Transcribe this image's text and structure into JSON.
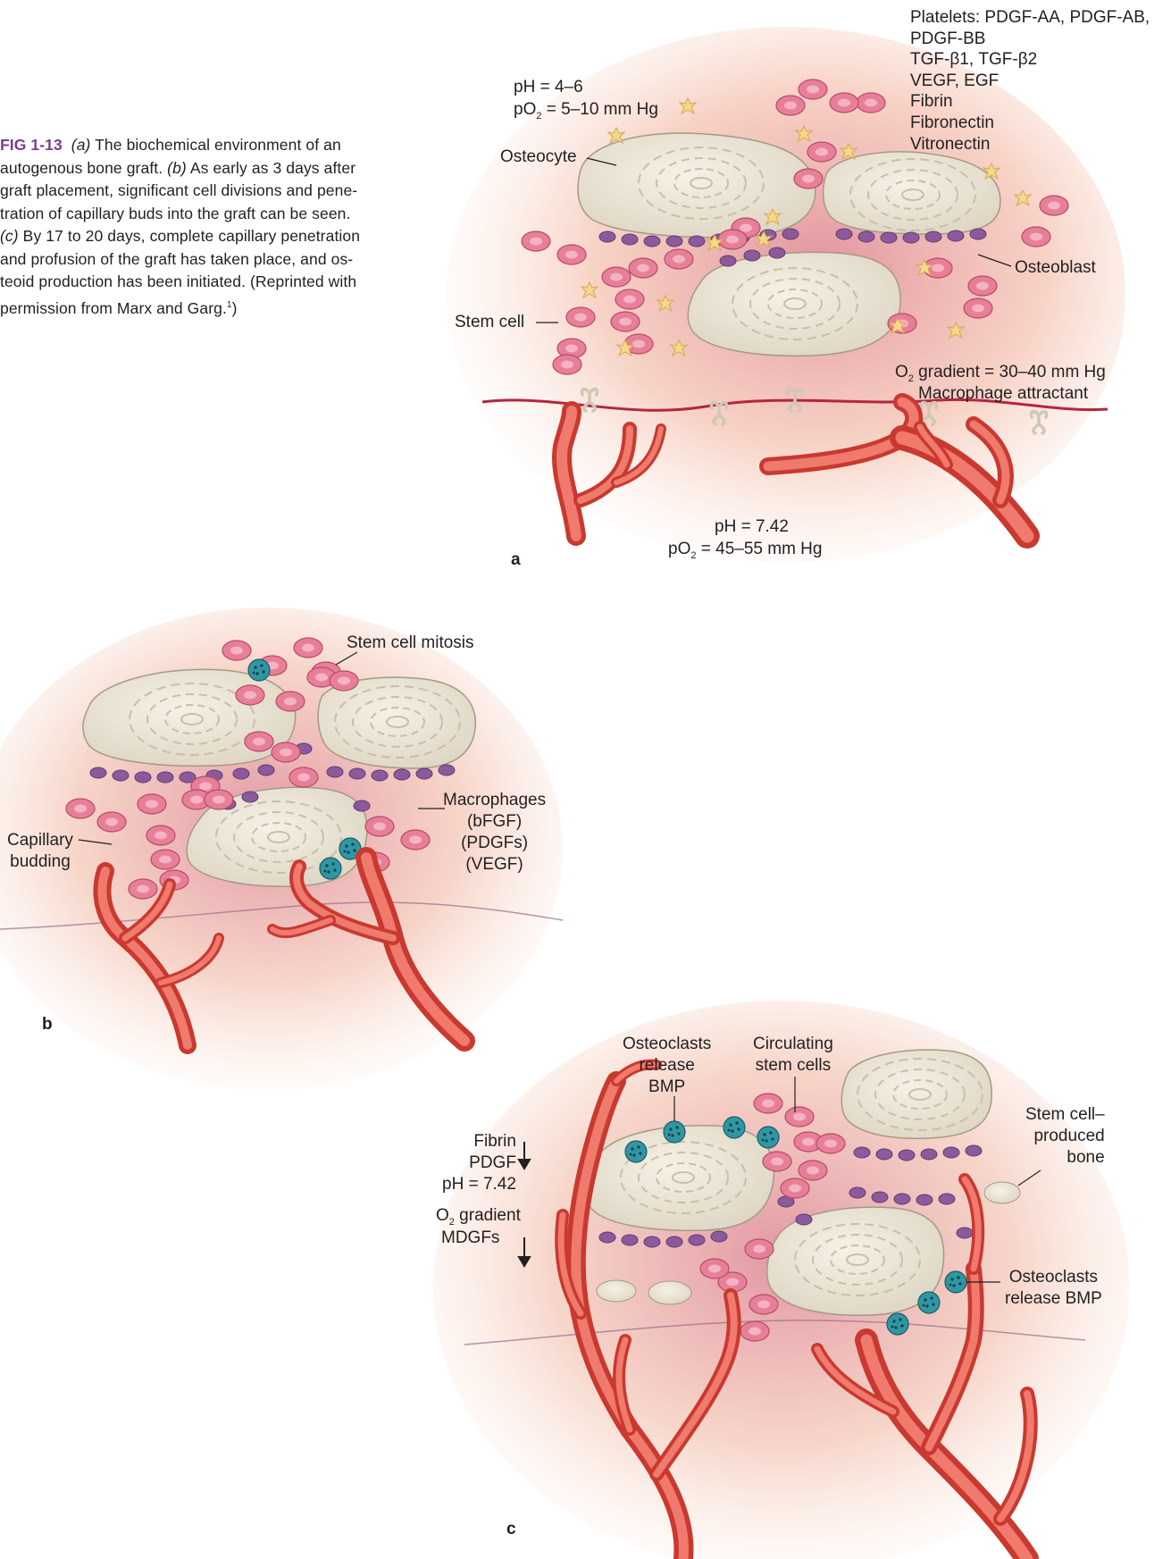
{
  "caption": {
    "figure_id": "FIG 1-13",
    "lines": [
      {
        "em": "(a)",
        "text": " The biochemical environment of an"
      },
      {
        "text": "autogenous bone graft. ",
        "em": "(b)",
        "text2": " As early as 3 days after"
      },
      {
        "text": "graft placement, significant cell divisions and pene-"
      },
      {
        "text": "tration of capillary buds into the graft can be seen."
      },
      {
        "em": "(c)",
        "text": " By 17 to 20 days, complete capillary penetration"
      },
      {
        "text": "and profusion of the graft has taken place, and os-"
      },
      {
        "text": "teoid production has been initiated. (Reprinted with"
      },
      {
        "text": "permission from Marx and Garg.",
        "sup": "1",
        "text2": ")"
      }
    ]
  },
  "panel_a": {
    "letter": "a",
    "ph_top_1": "pH = 4–6",
    "ph_top_2_pre": "pO",
    "ph_top_2_sub": "2",
    "ph_top_2_post": " = 5–10 mm Hg",
    "platelets": [
      "Platelets: PDGF-AA, PDGF-AB,",
      "PDGF-BB",
      "TGF-β1, TGF-β2",
      "VEGF, EGF",
      "Fibrin",
      "Fibronectin",
      "Vitronectin"
    ],
    "osteocyte": "Osteocyte",
    "osteoblast": "Osteoblast",
    "stem_cell": "Stem cell",
    "o2_gradient_pre": "O",
    "o2_gradient_sub": "2",
    "o2_gradient_post": " gradient = 30–40 mm Hg",
    "macrophage_attractant": "Macrophage attractant",
    "ph_bottom_1": "pH = 7.42",
    "ph_bottom_2_pre": "pO",
    "ph_bottom_2_sub": "2",
    "ph_bottom_2_post": " = 45–55 mm Hg"
  },
  "panel_b": {
    "letter": "b",
    "stem_cell_mitosis": "Stem cell mitosis",
    "macrophages": [
      "Macrophages",
      "(bFGF)",
      "(PDGFs)",
      "(VEGF)"
    ],
    "capillary_budding": [
      "Capillary",
      "budding"
    ]
  },
  "panel_c": {
    "letter": "c",
    "osteoclasts_release_bmp_top": [
      "Osteoclasts",
      "release",
      "BMP"
    ],
    "circulating_stem_cells": [
      "Circulating",
      "stem cells"
    ],
    "stem_cell_produced_bone": [
      "Stem cell–",
      "produced",
      "bone"
    ],
    "fibrin_pdgf": [
      "Fibrin",
      "PDGF",
      "pH = 7.42"
    ],
    "o2_gradient_pre": "O",
    "o2_gradient_sub": "2",
    "o2_gradient_post": " gradient",
    "mdgfs": "MDGFs",
    "osteoclasts_release_bmp_right": [
      "Osteoclasts",
      "release BMP"
    ]
  },
  "colors": {
    "accent_purple": "#7b3d91",
    "bone_fill": "#ece6d6",
    "vessel_red": "#e2574c",
    "rbc_pink": "#e87f98",
    "osteoblast_purple": "#8c5a9c",
    "osteoclast_teal": "#2f97a4",
    "platelet_yellow": "#f5d88a"
  }
}
